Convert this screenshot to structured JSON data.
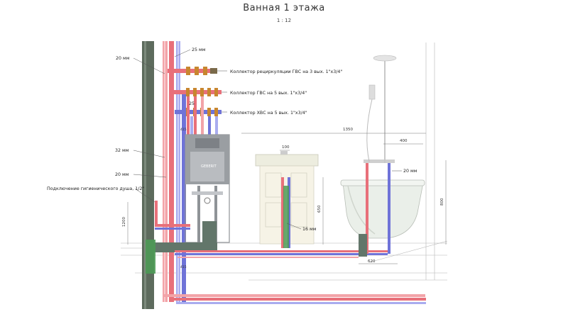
{
  "title": "Ванная 1 этажа",
  "scale": "1 : 12",
  "labels": {
    "size_25_top": "25 мм",
    "size_20_left_top": "20 мм",
    "coll_recirc": "Коллектор рециркуляции ГВС на 3 вых. 1\"х3/4\"",
    "coll_hot": "Коллектор ГВС на 5 вых. 1\"х3/4\"",
    "coll_cold": "Коллектор ХВС на 5 вых. 1\"х3/4\"",
    "size_25_mid": "25",
    "size_32_left": "32 мм",
    "size_20_left_mid": "20 мм",
    "hygienic_shower": "Подключение гигиенического душа, 1/2\"",
    "size_16": "16 мм",
    "size_20_bath": "20 мм",
    "geberit": "GEBERIT"
  },
  "dimensions": {
    "d1350": "1350",
    "d400": "400",
    "d100": "100",
    "d650": "650",
    "d800": "800",
    "d1200": "1200",
    "d620": "620",
    "d415a": "415",
    "d415b": "415"
  },
  "colors": {
    "hot": "#e8707a",
    "hot_light": "#f2a3a8",
    "cold": "#6f73d8",
    "cold_light": "#a9acef",
    "riser": "#5d6b5d",
    "drain": "#62766a",
    "green_pipe": "#4c9a55",
    "install_frame": "#8f9397",
    "line": "#9a9a9a"
  }
}
